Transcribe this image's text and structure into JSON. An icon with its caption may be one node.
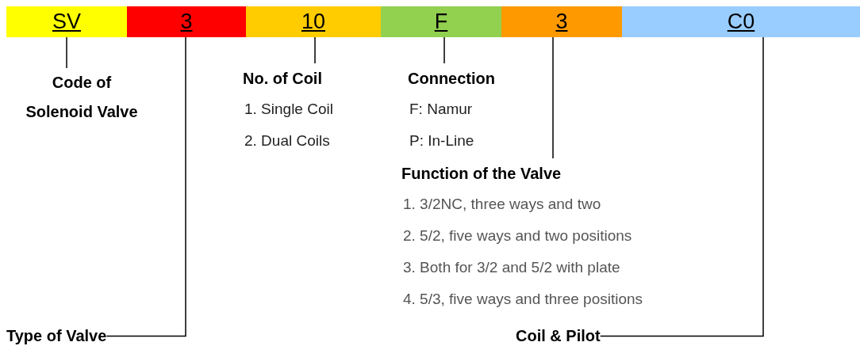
{
  "diagram": {
    "nodes": [
      {
        "text": [
          "SV"
        ]
      },
      {
        "text": [
          "3"
        ]
      },
      {
        "text": [
          "10"
        ]
      },
      {
        "text": [
          "F"
        ]
      },
      {
        "text": [
          "3"
        ]
      },
      {
        "text": [
          "C0"
        ]
      },
      {
        "text": [
          "Code of Solenoid Valve"
        ]
      },
      {
        "text": [
          "No. of Coil",
          "1. Single Coil",
          "2. Dual Coils"
        ]
      },
      {
        "text": [
          "Connection",
          "F: Namur",
          "P: In-Line"
        ]
      },
      {
        "text": [
          "Function of the Valve",
          "1. 3/2NC, three ways and two",
          "2. 5/2, five ways and two positions",
          "3. Both for 3/2 and 5/2 with plate",
          "4. 5/3, five ways and three positions"
        ]
      },
      {
        "text": [
          "Type of Valve"
        ]
      },
      {
        "text": [
          "Coil & Pilot"
        ]
      }
    ],
    "edges": [
      {
        "from": 0,
        "to": 6,
        "arrow": "none"
      },
      {
        "from": 1,
        "to": 10,
        "arrow": "none"
      },
      {
        "from": 2,
        "to": 7,
        "arrow": "none"
      },
      {
        "from": 3,
        "to": 8,
        "arrow": "none"
      },
      {
        "from": 4,
        "to": 9,
        "arrow": "none"
      },
      {
        "from": 5,
        "to": 11,
        "arrow": "none"
      }
    ]
  }
}
